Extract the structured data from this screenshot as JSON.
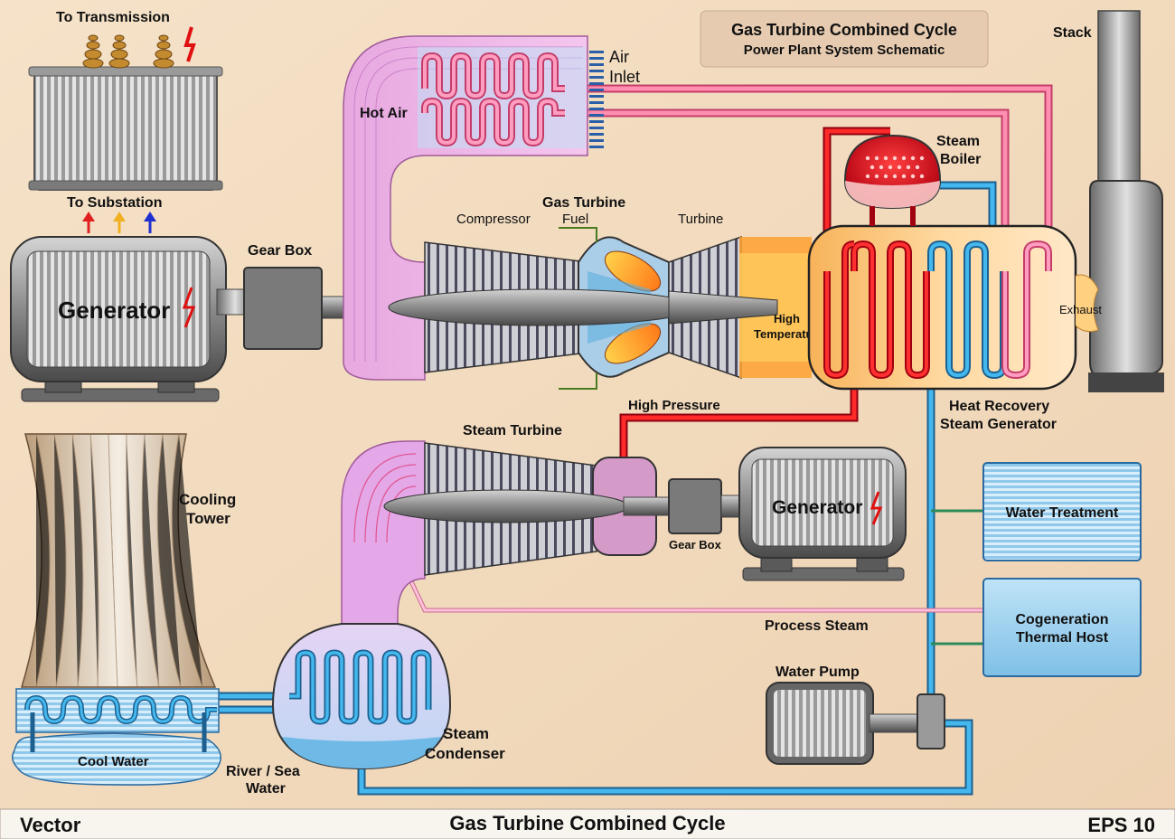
{
  "title_box": {
    "title": "Gas Turbine Combined Cycle",
    "subtitle": "Power Plant System Schematic"
  },
  "labels": {
    "to_transmission": "To Transmission",
    "to_substation": "To Substation",
    "generator_main": "Generator",
    "gear_box_main": "Gear Box",
    "hot_air": "Hot Air",
    "air_inlet_1": "Air",
    "air_inlet_2": "Inlet",
    "compressor": "Compressor",
    "gas_turbine": "Gas Turbine",
    "fuel": "Fuel",
    "turbine": "Turbine",
    "high_temp_1": "High",
    "high_temp_2": "Temperature",
    "steam_boiler_1": "Steam",
    "steam_boiler_2": "Boiler",
    "stack": "Stack",
    "exhaust": "Exhaust",
    "hrsg_1": "Heat Recovery",
    "hrsg_2": "Steam Generator",
    "high_pressure": "High Pressure",
    "steam_turbine": "Steam Turbine",
    "generator_steam": "Generator",
    "gear_box_small": "Gear Box",
    "cooling_tower_1": "Cooling",
    "cooling_tower_2": "Tower",
    "water_treatment": "Water Treatment",
    "cogeneration_1": "Cogeneration",
    "cogeneration_2": "Thermal Host",
    "process_steam": "Process Steam",
    "water_pump": "Water Pump",
    "steam_condenser_1": "Steam",
    "steam_condenser_2": "Condenser",
    "cool_water": "Cool Water",
    "river_sea_1": "River / Sea",
    "river_sea_2": "Water"
  },
  "footer": {
    "left": "Vector",
    "center": "Gas Turbine Combined Cycle",
    "right": "EPS 10"
  },
  "colors": {
    "background": "#f3dcc0",
    "hot_pipe": "#ff6f9a",
    "high_pressure_pipe": "#e8202a",
    "water_pipe": "#2fa8e0",
    "process_pipe": "#ff9ec0",
    "machine_gray": "#8c8c8c",
    "footer_bg": "#f8f4ee"
  }
}
